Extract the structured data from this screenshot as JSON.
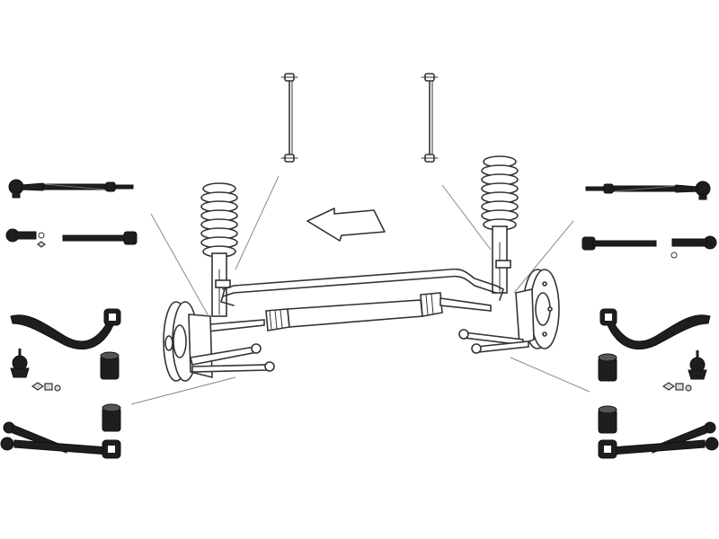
{
  "diagram": {
    "kind": "suspension-exploded-view",
    "colors": {
      "line": "#333333",
      "part": "#1e1e1e",
      "leader": "#8a8a8a",
      "background": "#ffffff"
    },
    "parts": [
      "stabilizer-link",
      "tie-rod-end",
      "tie-rod",
      "inner-tie-rod",
      "control-arm",
      "ball-joint",
      "bushing",
      "wishbone-arm",
      "coil-spring-strut",
      "steering-rack",
      "direction-arrow"
    ]
  }
}
